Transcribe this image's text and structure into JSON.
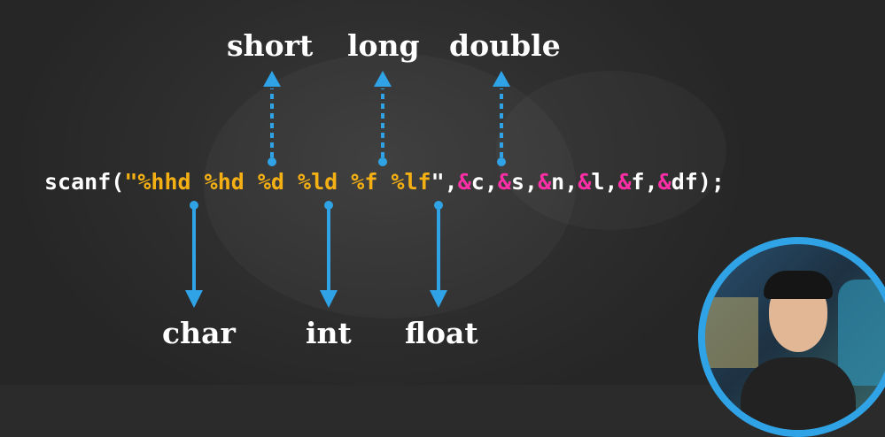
{
  "top_labels": {
    "short": "short",
    "long": "long",
    "double": "double"
  },
  "bottom_labels": {
    "char": "char",
    "int": "int",
    "float": "float"
  },
  "code": {
    "func": "scanf(",
    "quote_open": "\"",
    "spec_hhd": "%hhd",
    "spec_hd": "%hd",
    "spec_d": "%d",
    "spec_ld": "%ld",
    "spec_f": "%f",
    "spec_lf": "%lf",
    "quote_close": "\"",
    "args": [
      {
        "amp": "&",
        "var": "c"
      },
      {
        "amp": "&",
        "var": "s"
      },
      {
        "amp": "&",
        "var": "n"
      },
      {
        "amp": "&",
        "var": "l"
      },
      {
        "amp": "&",
        "var": "f"
      },
      {
        "amp": "&",
        "var": "df"
      }
    ],
    "close": ");"
  },
  "colors": {
    "background": "#2b2b2b",
    "format_specifier": "#f5b014",
    "ampersand": "#ff2ea6",
    "arrow": "#2fa3e6",
    "text": "#ffffff"
  },
  "icons": {
    "presenter": "presenter-avatar"
  }
}
